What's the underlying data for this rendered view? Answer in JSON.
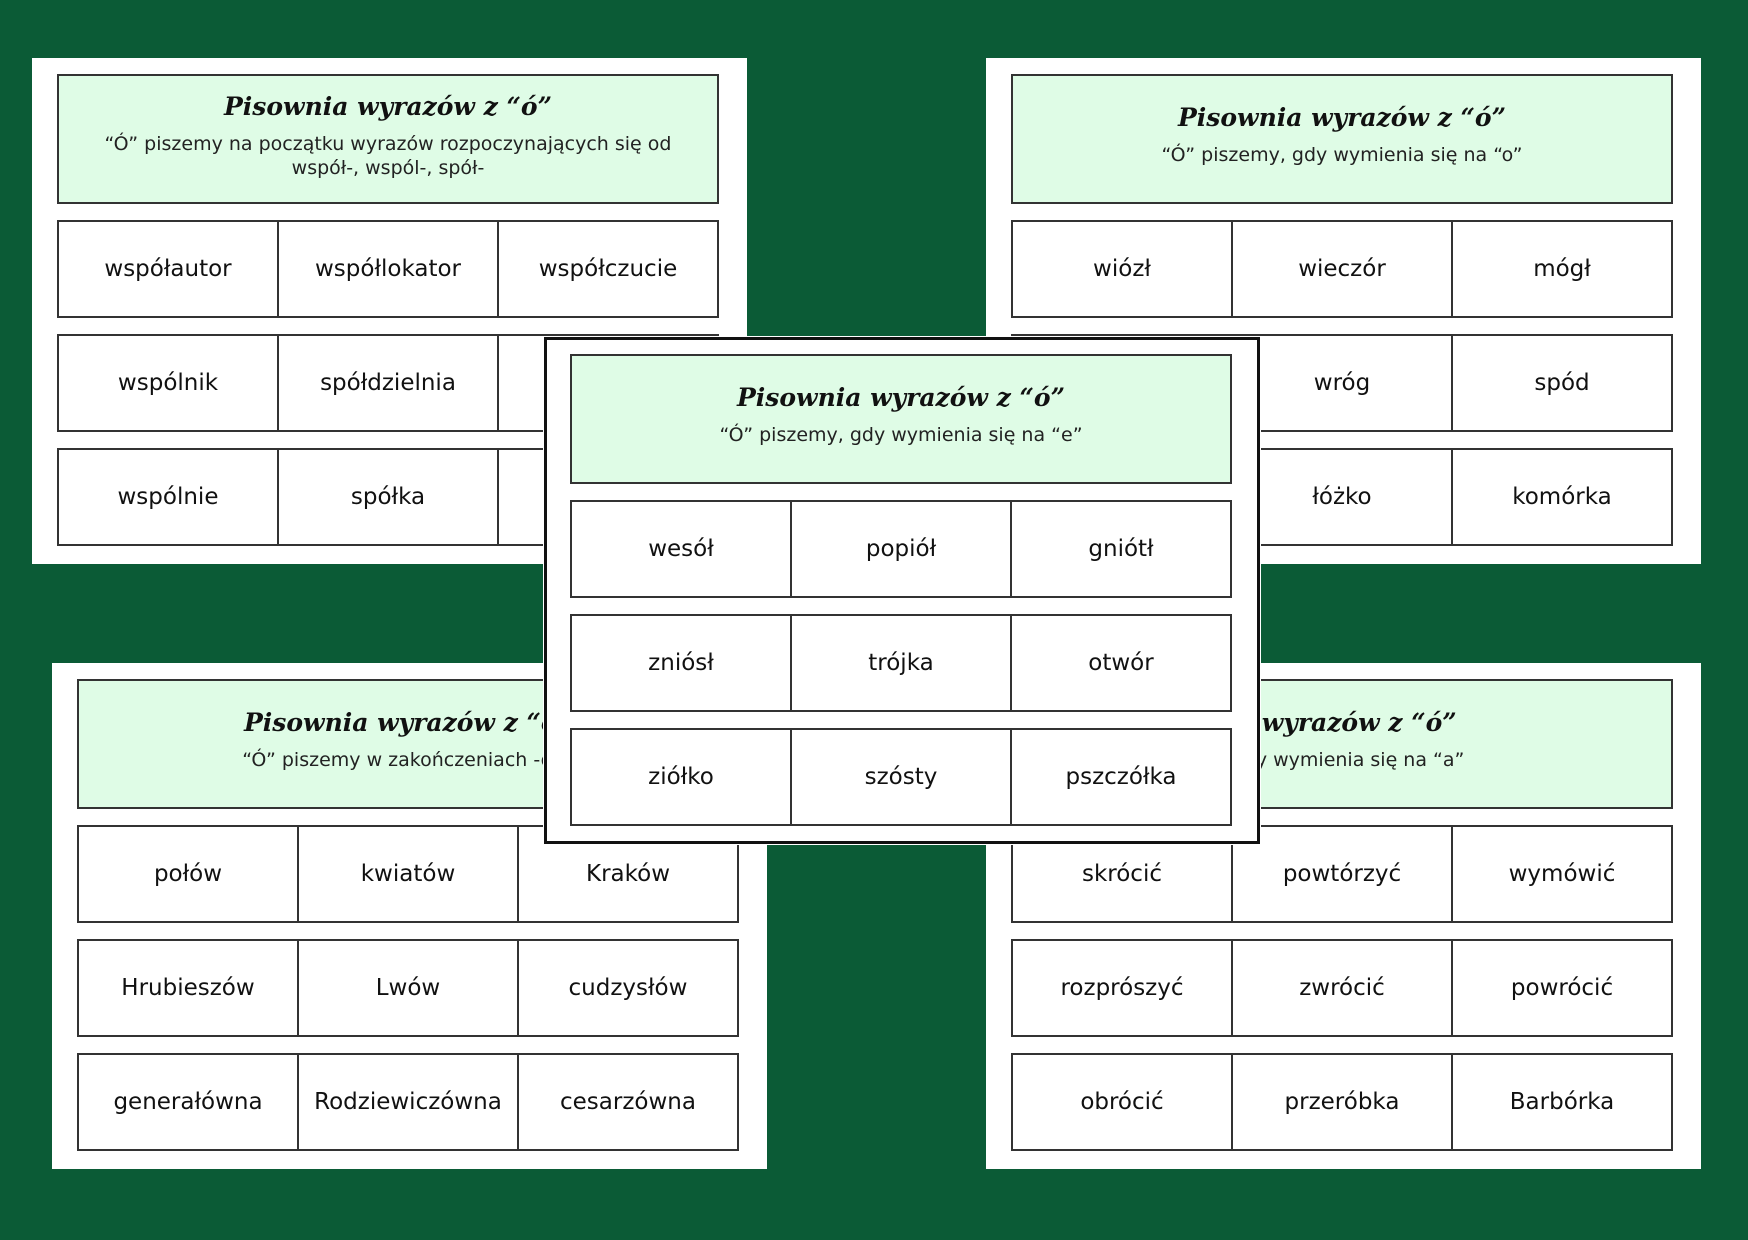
{
  "cards": [
    {
      "title": "Pisownia wyrazów z “ó”",
      "subtitle": "“Ó” piszemy na początku wyrazów rozpoczynających się od współ-, wspól-, spół-",
      "rows": [
        [
          "współautor",
          "współlokator",
          "współczucie"
        ],
        [
          "wspólnik",
          "spółdzielnia",
          ""
        ],
        [
          "wspólnie",
          "spółka",
          ""
        ]
      ]
    },
    {
      "title": "Pisownia wyrazów z “ó”",
      "subtitle": "“Ó” piszemy, gdy wymienia się na “o”",
      "rows": [
        [
          "wiózł",
          "wieczór",
          "mógł"
        ],
        [
          "",
          "wróg",
          "spód"
        ],
        [
          "",
          "łóżko",
          "komórka"
        ]
      ]
    },
    {
      "title": "Pisownia wyrazów z “ó”",
      "subtitle": "“Ó” piszemy w zakończeniach -ów,",
      "rows": [
        [
          "połów",
          "kwiatów",
          "Kraków"
        ],
        [
          "Hrubieszów",
          "Lwów",
          "cudzysłów"
        ],
        [
          "generałówna",
          "Rodziewiczówna",
          "cesarzówna"
        ]
      ]
    },
    {
      "title": "ia wyrazów z “ó”",
      "subtitle": ", gdy wymienia się na “a”",
      "rows": [
        [
          "skrócić",
          "powtórzyć",
          "wymówić"
        ],
        [
          "rozprószyć",
          "zwrócić",
          "powrócić"
        ],
        [
          "obrócić",
          "przeróbka",
          "Barbórka"
        ]
      ]
    },
    {
      "title": "Pisownia wyrazów z “ó”",
      "subtitle": "“Ó” piszemy, gdy wymienia się na “e”",
      "rows": [
        [
          "wesół",
          "popiół",
          "gniótł"
        ],
        [
          "zniósł",
          "trójka",
          "otwór"
        ],
        [
          "ziółko",
          "szósty",
          "pszczółka"
        ]
      ]
    }
  ]
}
